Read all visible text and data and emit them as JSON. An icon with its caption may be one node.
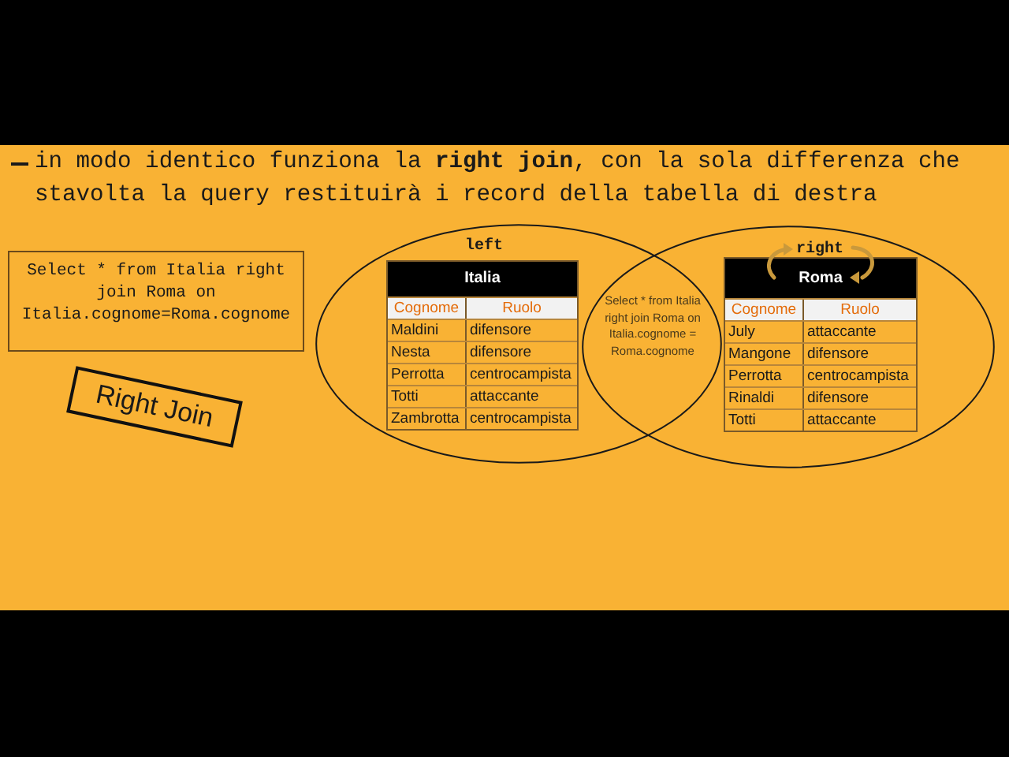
{
  "diagram": {
    "nodes": [
      {
        "text": [
          "Select * from Italia right join Roma on Italia.cognome=Roma.cognome"
        ]
      },
      {
        "text": [
          "Right Join"
        ]
      },
      {
        "text": [
          "left"
        ]
      },
      {
        "text": [
          "Italia",
          "Cognome",
          "Ruolo",
          "Maldini",
          "difensore",
          "Nesta",
          "difensore",
          "Perrotta",
          "centrocampista",
          "Totti",
          "attaccante",
          "Zambrotta",
          "centrocampista"
        ],
        "in": 2
      },
      {
        "text": [
          "right"
        ]
      },
      {
        "text": [
          "Roma",
          "Cognome",
          "Ruolo",
          "July",
          "attaccante",
          "Mangone",
          "difensore",
          "Perrotta",
          "centrocampista",
          "Rinaldi",
          "difensore",
          "Totti",
          "attaccante"
        ],
        "in": 4
      },
      {
        "text": [
          "Select * from Italia right join Roma on Italia.cognome = Roma.cognome"
        ]
      }
    ],
    "labels": [
      "in modo identico funziona la **right join**, con la sola differenza che stavolta la query restituirà i record della tabella di destra"
    ]
  }
}
